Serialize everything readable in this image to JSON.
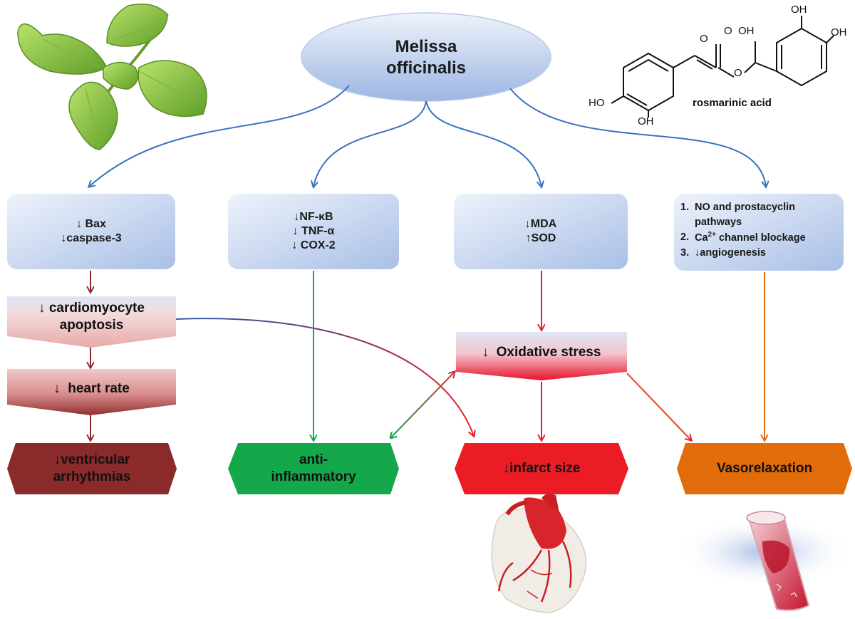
{
  "title": {
    "line1": "Melissa",
    "line2": "officinalis"
  },
  "chemical": {
    "name": "rosmarinic acid",
    "labels": {
      "oh_top": "OH",
      "oh_right": "OH",
      "cooh": "O  OH",
      "ester_o": "O",
      "carbonyl_o": "O",
      "ho_left": "HO",
      "oh_bottom": "OH"
    }
  },
  "mechanisms": {
    "apoptosis_markers": {
      "line1": "↓ Bax",
      "line2": "↓caspase-3"
    },
    "inflammation_markers": {
      "line1": "↓NF-κB",
      "line2": "↓ TNF-α",
      "line3": "↓ COX-2"
    },
    "oxidative_markers": {
      "line1": "↓MDA",
      "line2": "↑SOD"
    },
    "vascular_mechanisms": {
      "item1_num": "1.",
      "item1": "NO and prostacyclin pathways",
      "item2_num": "2.",
      "item2_pre": "Ca",
      "item2_sup": "2+",
      "item2_post": " channel blockage",
      "item3_num": "3.",
      "item3": "↓angiogenesis"
    }
  },
  "intermediates": {
    "cardiomyocyte_apoptosis": {
      "line1": "↓ cardiomyocyte",
      "line2": "apoptosis"
    },
    "heart_rate": "↓  heart rate",
    "oxidative_stress": "↓  Oxidative stress"
  },
  "outcomes": {
    "ventricular_arrhythmias": {
      "line1": "↓ventricular",
      "line2": "arrhythmias"
    },
    "anti_inflammatory": {
      "line1": "anti-",
      "line2": "inflammatory"
    },
    "infarct_size": "↓infarct size",
    "vasorelaxation": "Vasorelaxation"
  },
  "icons": [
    "melissa-leaf-icon",
    "heart-icon",
    "blood-vessel-icon",
    "rosmarinic-acid-structure-icon"
  ],
  "colors": {
    "blue_arrow": "#3a72c0",
    "dark_red": "#8b2a2a",
    "green": "#14a84a",
    "red": "#ec1c24",
    "orange": "#e36c0a"
  }
}
